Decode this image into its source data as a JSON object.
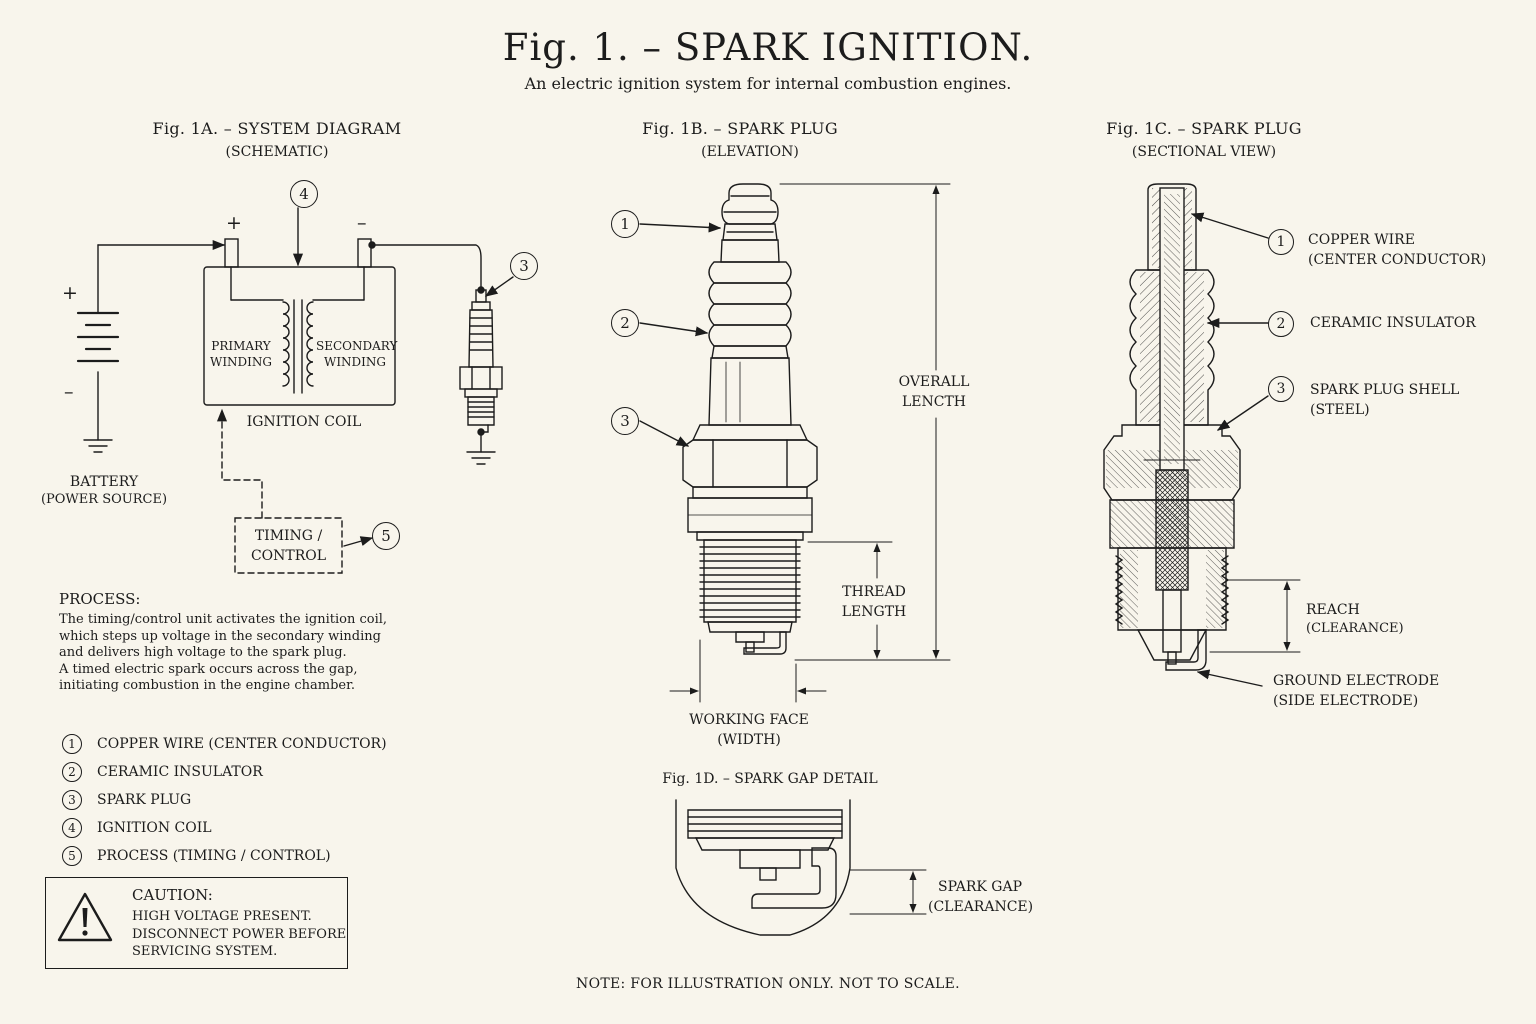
{
  "header": {
    "title": "Fig. 1. – SPARK IGNITION.",
    "subtitle": "An electric ignition system for internal combustion engines."
  },
  "fig1a": {
    "title": "Fig. 1A. – SYSTEM DIAGRAM",
    "subtitle": "(SCHEMATIC)",
    "plus": "+",
    "minus": "–",
    "battery_plus": "+",
    "battery_minus": "–",
    "primary_winding": "PRIMARY\nWINDING",
    "secondary_winding": "SECONDARY\nWINDING",
    "ignition_coil": "IGNITION COIL",
    "battery": "BATTERY",
    "battery_sub": "(POWER SOURCE)",
    "timing": "TIMING /\nCONTROL",
    "callouts": [
      "4",
      "3",
      "5"
    ]
  },
  "process": {
    "heading": "PROCESS:",
    "body": "The timing/control unit activates the ignition coil,\nwhich steps up voltage in the secondary winding\nand delivers high voltage to the spark plug.\nA timed electric spark occurs across the gap,\ninitiating combustion in the engine chamber."
  },
  "legend": [
    {
      "num": "1",
      "label": "COPPER WIRE (CENTER CONDUCTOR)"
    },
    {
      "num": "2",
      "label": "CERAMIC INSULATOR"
    },
    {
      "num": "3",
      "label": "SPARK PLUG"
    },
    {
      "num": "4",
      "label": "IGNITION COIL"
    },
    {
      "num": "5",
      "label": "PROCESS (TIMING / CONTROL)"
    }
  ],
  "caution": {
    "title": "CAUTION:",
    "text": "HIGH VOLTAGE PRESENT.\nDISCONNECT POWER BEFORE\nSERVICING SYSTEM."
  },
  "fig1b": {
    "title": "Fig. 1B. – SPARK PLUG",
    "subtitle": "(ELEVATION)",
    "overall_length": "OVERALL\nLENCTH",
    "thread_length": "THREAD\nLENGTH",
    "working_face": "WORKING FACE\n(WIDTH)",
    "callouts": [
      "1",
      "2",
      "3"
    ]
  },
  "fig1c": {
    "title": "Fig. 1C. – SPARK PLUG",
    "subtitle": "(SECTIONAL VIEW)",
    "callouts": [
      {
        "num": "1",
        "label": "COPPER WIRE\n(CENTER CONDUCTOR)"
      },
      {
        "num": "2",
        "label": "CERAMIC INSULATOR"
      },
      {
        "num": "3",
        "label": "SPARK PLUG SHELL\n(STEEL)"
      }
    ],
    "reach": "REACH",
    "reach_sub": "(CLEARANCE)",
    "ground_electrode": "GROUND ELECTRODE\n(SIDE ELECTRODE)"
  },
  "fig1d": {
    "title": "Fig. 1D. – SPARK GAP DETAIL",
    "spark_gap": "SPARK GAP\n(CLEARANCE)"
  },
  "note": "NOTE:  FOR ILLUSTRATION ONLY.  NOT TO SCALE."
}
